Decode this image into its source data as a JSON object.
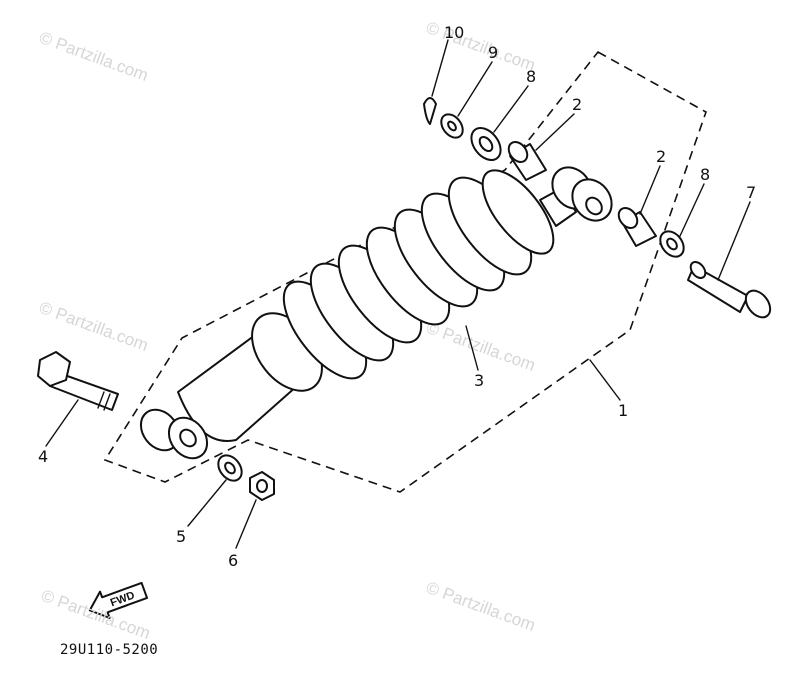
{
  "diagram": {
    "part_labels": {
      "p10": "10",
      "p9": "9",
      "p8a": "8",
      "p2a": "2",
      "p2b": "2",
      "p8b": "8",
      "p7": "7",
      "p3": "3",
      "p1": "1",
      "p4": "4",
      "p5": "5",
      "p6": "6"
    },
    "diagram_code": "29U110-5200",
    "fwd_label": "FWD"
  },
  "watermark": {
    "text": "© Partzilla.com"
  }
}
